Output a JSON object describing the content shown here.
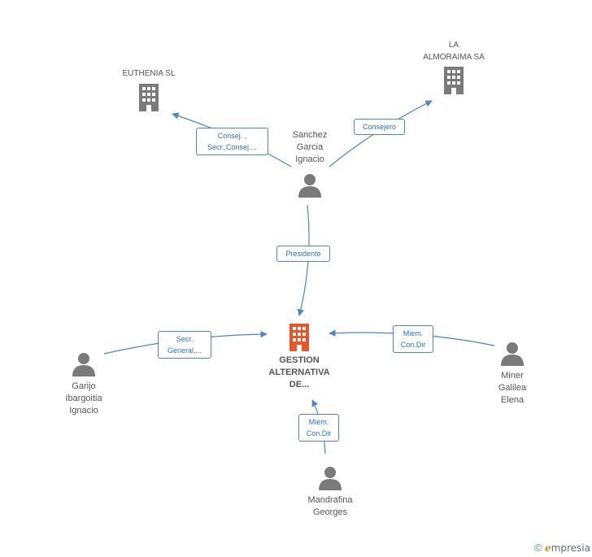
{
  "colors": {
    "edge": "#4a86c8",
    "node_gray": "#7a7a7a",
    "center": "#e8552a",
    "rel_text": "#2f6fb6"
  },
  "nodes": {
    "center": {
      "label": "GESTION\nALTERNATIVA\nDE...",
      "icon": "building-icon"
    },
    "euthenia": {
      "label": "EUTHENIA SL",
      "icon": "building-icon"
    },
    "almoraima": {
      "label": "LA\nALMORAIMA SA",
      "icon": "building-icon"
    },
    "sanchez": {
      "label": "Sanchez\nGarcia\nIgnacio",
      "icon": "person-icon"
    },
    "garijo": {
      "label": "Garijo\nIbargoitia\nIgnacio",
      "icon": "person-icon"
    },
    "miner": {
      "label": "Miner\nGalilea\nElena",
      "icon": "person-icon"
    },
    "mandrafina": {
      "label": "Mandrafina\nGeorges",
      "icon": "person-icon"
    }
  },
  "relations": {
    "sanchez_euthenia": "Consej. ,\nSecr.,Consej....",
    "sanchez_almoraima": "Consejero",
    "sanchez_center": "Presidente",
    "garijo_center": "Secr.\nGeneral,...",
    "miner_center": "Miem.\nCon.Dir",
    "mandrafina_center": "Miem.\nCon.Dir"
  },
  "footer": {
    "copyright": "©",
    "brand_e": "e",
    "brand_rest": "mpresia"
  }
}
